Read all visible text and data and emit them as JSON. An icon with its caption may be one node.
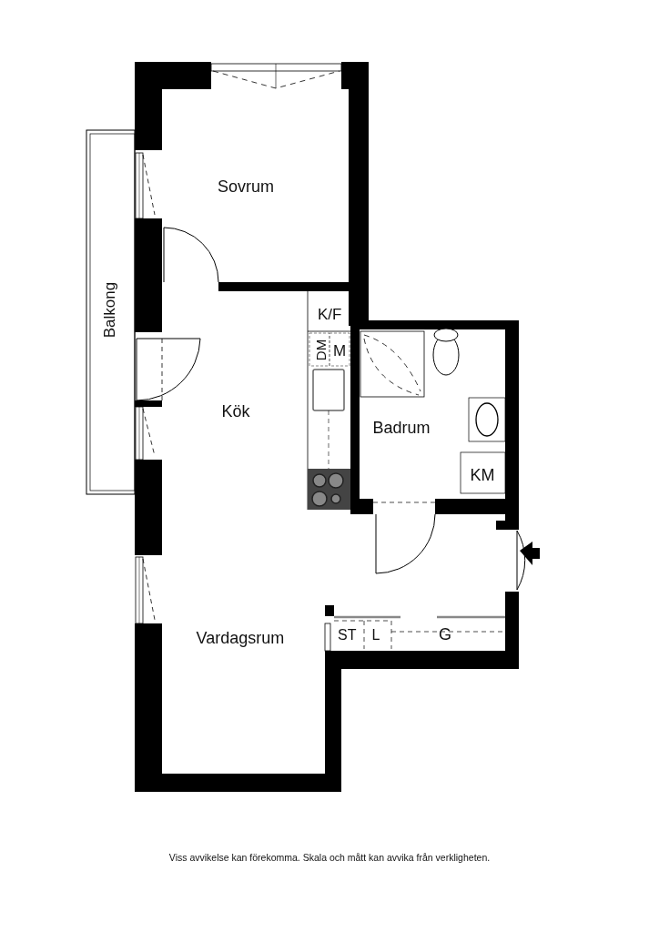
{
  "diagram": {
    "caption": "Viss avvikelse kan förekomma. Skala och mått kan avvika från verkligheten.",
    "labels": [
      "Sovrum",
      "Balkong",
      "K/F",
      "DM",
      "M",
      "Kök",
      "Badrum",
      "KM",
      "ST",
      "L",
      "G",
      "Vardagsrum"
    ]
  }
}
